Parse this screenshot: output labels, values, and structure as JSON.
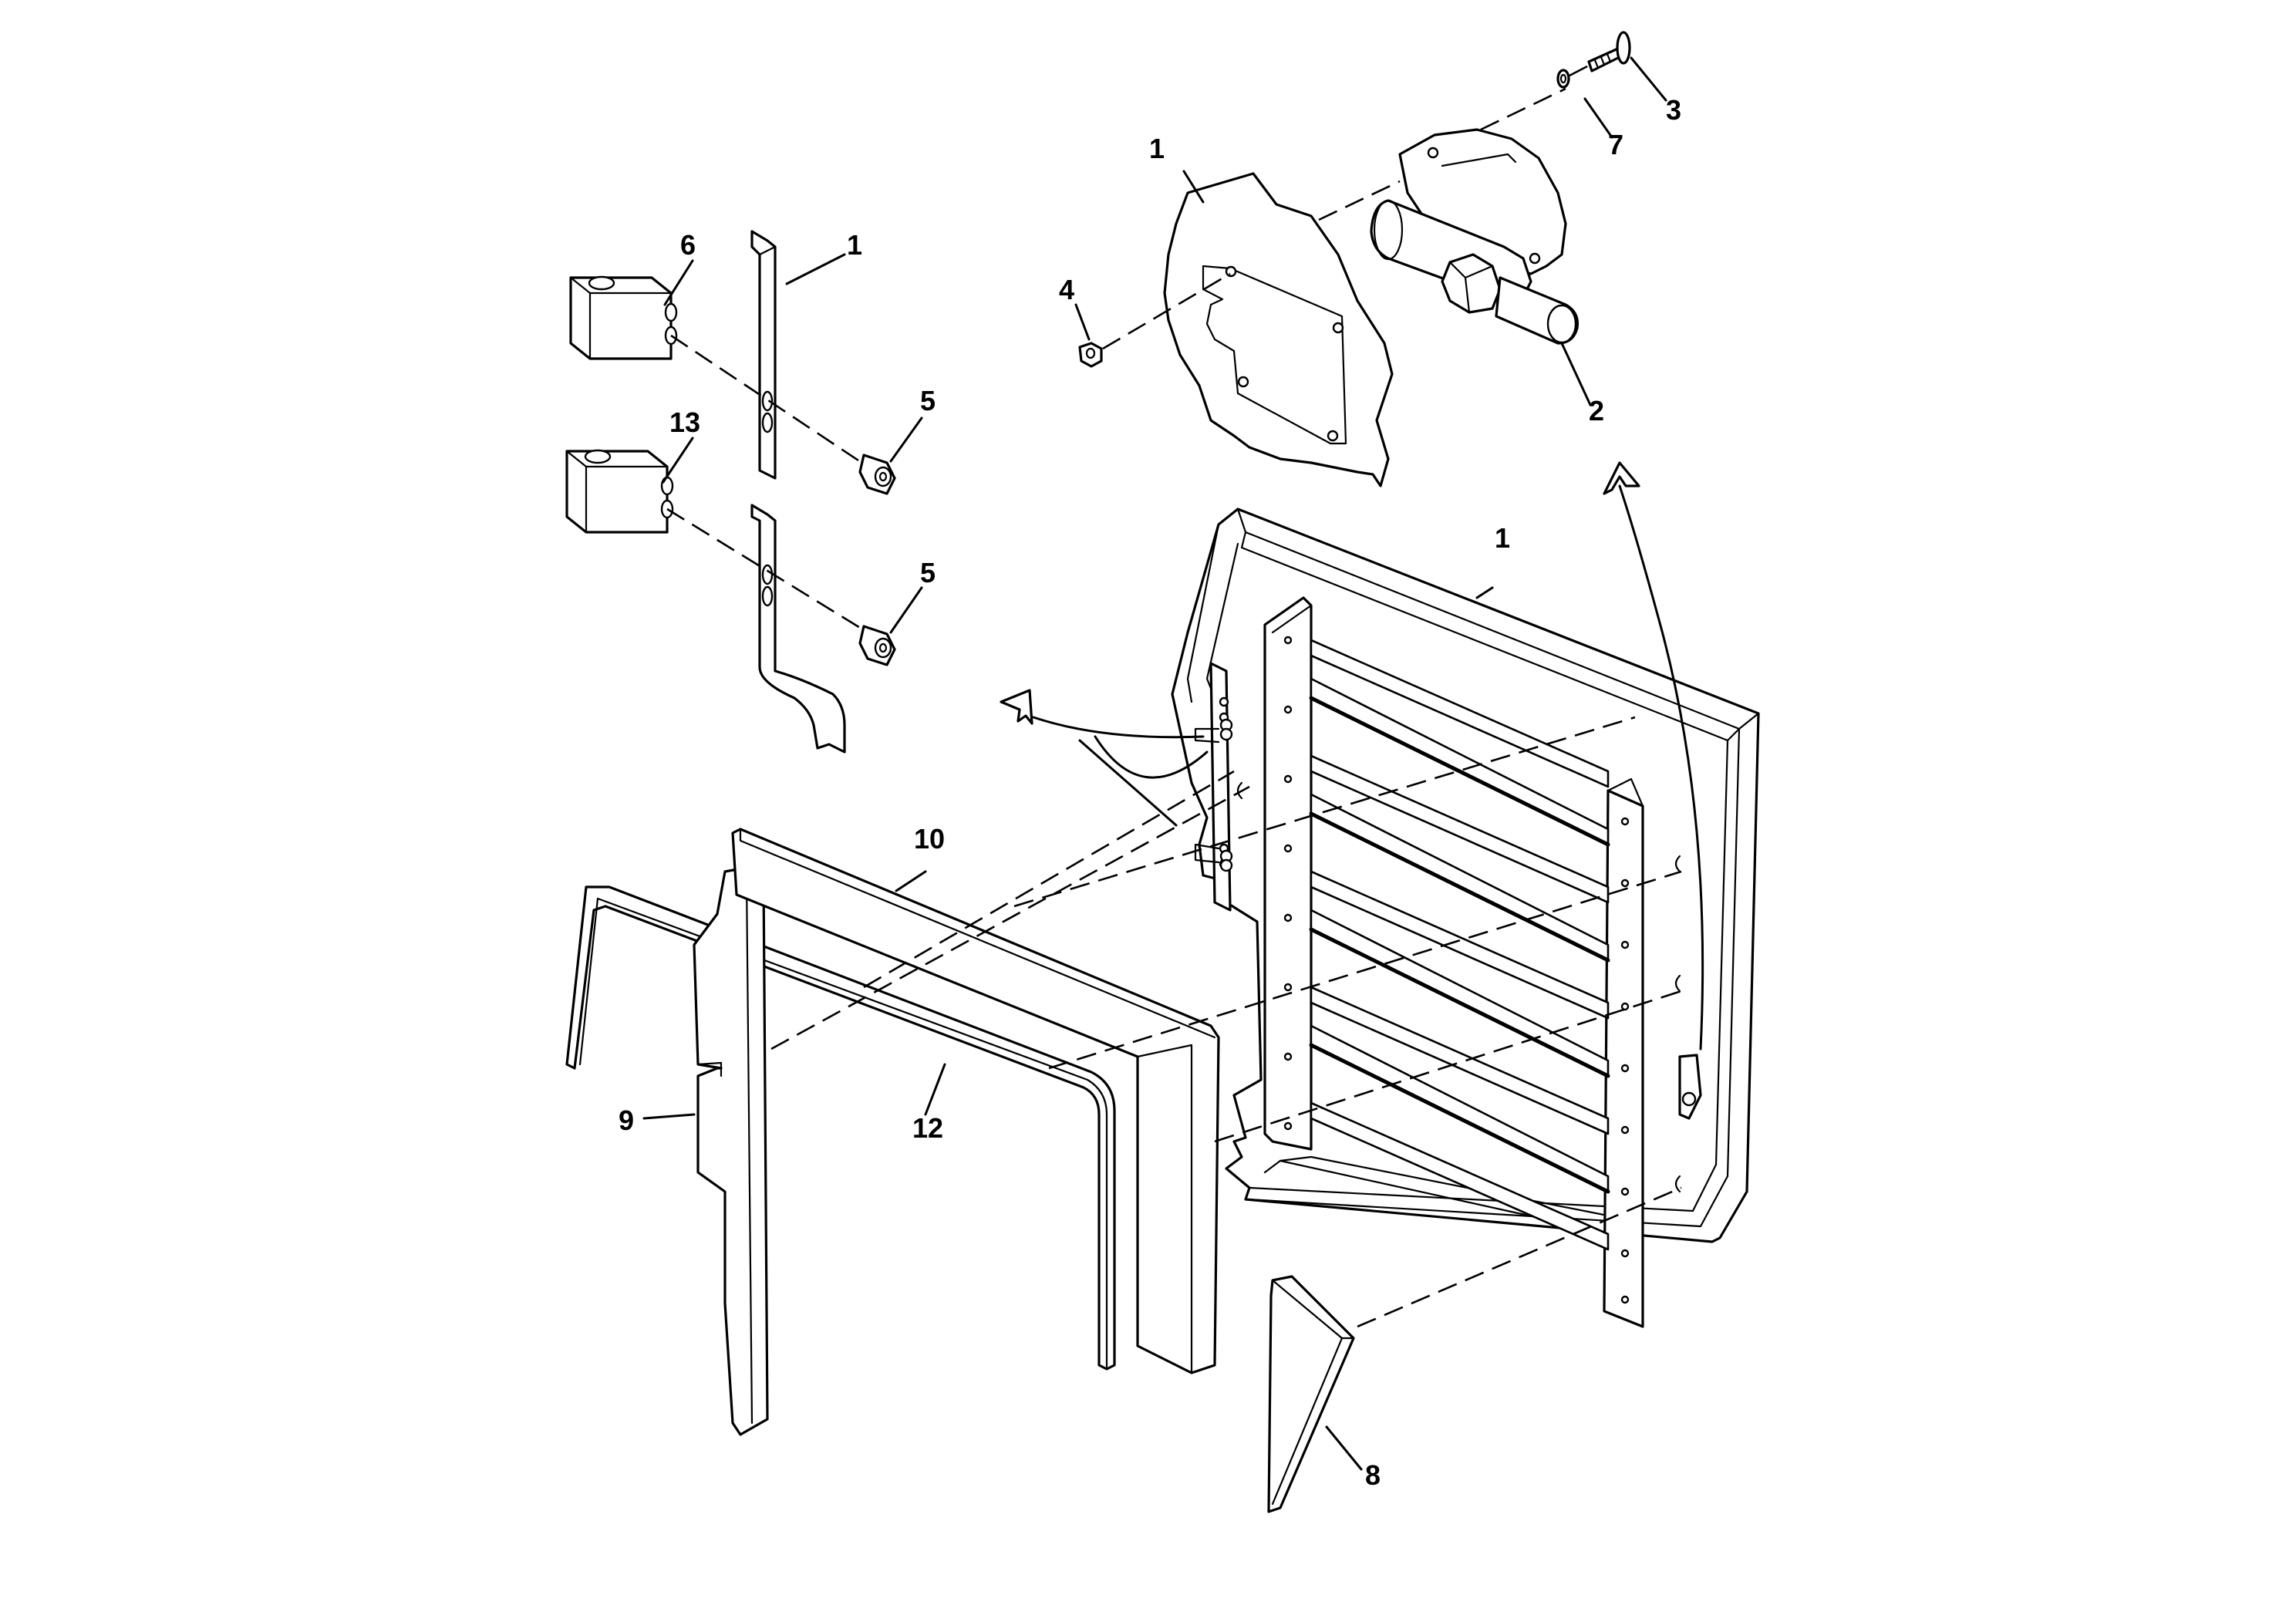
{
  "callouts": {
    "c_1_top": "1",
    "c_1_bracket": "1",
    "c_1_frame": "1",
    "c_2": "2",
    "c_3": "3",
    "c_4": "4",
    "c_5_upper": "5",
    "c_5_lower": "5",
    "c_6": "6",
    "c_7": "7",
    "c_8": "8",
    "c_9": "9",
    "c_10": "10",
    "c_12": "12",
    "c_13": "13"
  },
  "colors": {
    "line": "#000000",
    "background": "#ffffff"
  }
}
